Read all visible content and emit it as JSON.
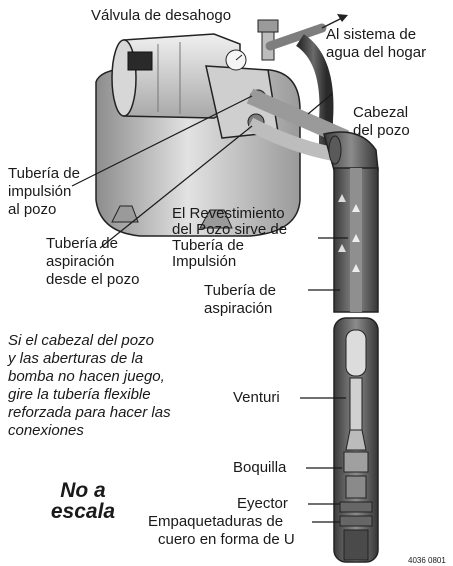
{
  "labels": {
    "relief_valve": "Válvula de desahogo",
    "to_house": [
      "Al sistema de",
      "agua del hogar"
    ],
    "well_head": [
      "Cabezal",
      "del pozo"
    ],
    "pressure_pipe": [
      "Tubería de",
      "impulsión",
      "al pozo"
    ],
    "casing": [
      "El Revestimiento",
      "del Pozo sirve de",
      "Tubería de",
      "Impulsión"
    ],
    "suction_from_well": [
      "Tubería de",
      "aspiración",
      "desde el pozo"
    ],
    "suction_pipe": [
      "Tubería de",
      "aspiración"
    ],
    "venturi": "Venturi",
    "nozzle": "Boquilla",
    "ejector": "Eyector",
    "leather_packers": [
      "Empaquetaduras de",
      "cuero en forma de U"
    ]
  },
  "note": [
    "Si el cabezal del pozo",
    "y las aberturas de la",
    "bomba no hacen juego,",
    "gire la tubería flexible",
    "reforzada para hacer las",
    "conexiones"
  ],
  "scale_note": [
    "No a",
    "escala"
  ],
  "figure_code": "4036 0801",
  "colors": {
    "metal": "#c9c9c9",
    "dark": "#3a3a3a",
    "pipe": "#8a8a8a",
    "line": "#1a1a1a"
  }
}
